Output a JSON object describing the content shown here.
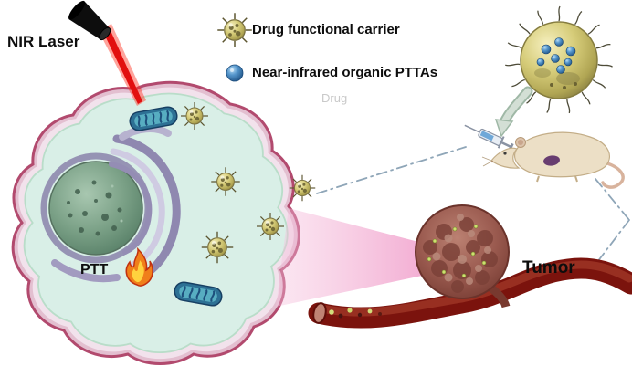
{
  "title": "Nanocarrier photothermal therapy schematic",
  "labels": {
    "nir_laser": "NIR Laser",
    "ptt": "PTT",
    "tumor": "Tumor",
    "drug_watermark": "Drug"
  },
  "legend": {
    "items": [
      {
        "icon": "drug-carrier-icon",
        "label": "Drug functional carrier"
      },
      {
        "icon": "ptta-sphere-icon",
        "label": "Near-infrared organic PTTAs"
      }
    ]
  },
  "colors": {
    "laser-beam": "#e20f0f",
    "cell-membrane": "#e3bfd0",
    "cell-membrane-edge": "#b24a6e",
    "cytoplasm": "#d9efe7",
    "nucleus": "#7aa086",
    "er": "#9b94ba",
    "mitochondria": "#2d7094",
    "carrier": "#c9c06c",
    "ptta": "#2b6fae",
    "flame-outer": "#f07f1a",
    "flame-inner": "#ffd23e",
    "beam-pink": "#ea74b4",
    "tumor": "#96544c",
    "vessel": "#7b130d",
    "dash-line": "#8fa6b8"
  }
}
